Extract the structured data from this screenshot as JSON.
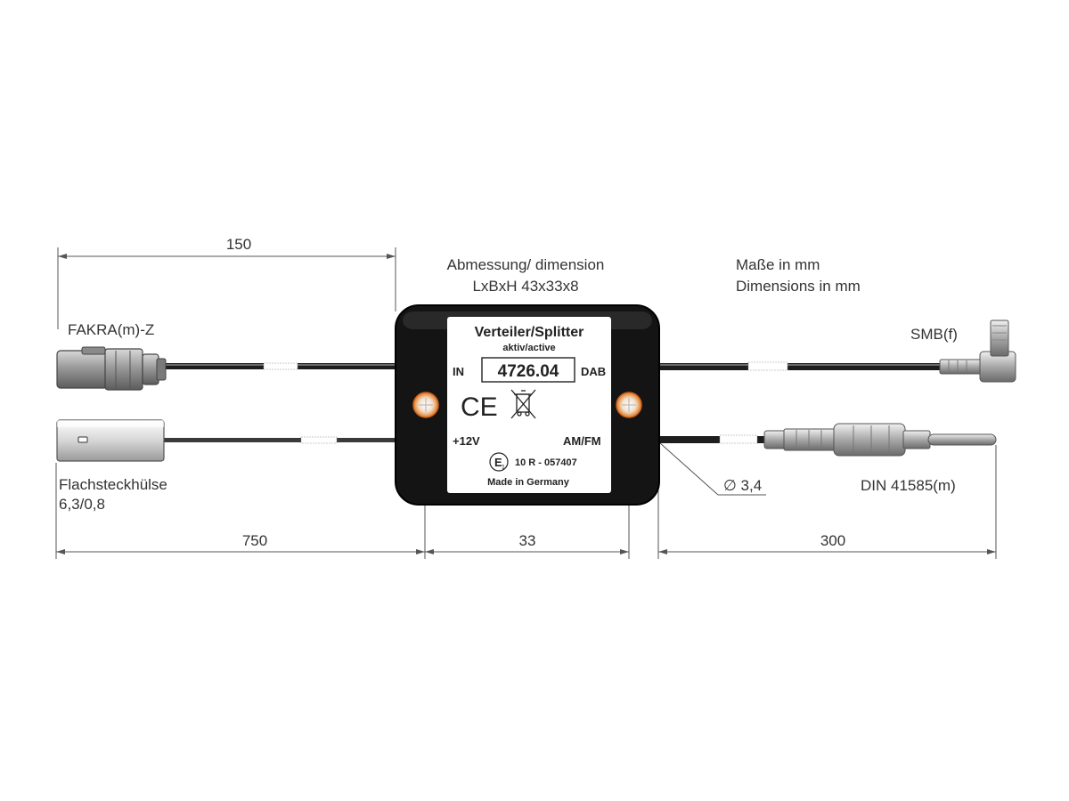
{
  "labels": {
    "fakra": "FAKRA(m)-Z",
    "flachsteck_1": "Flachsteckhülse",
    "flachsteck_2": "6,3/0,8",
    "abmessung_1": "Abmessung/ dimension",
    "abmessung_2": "LxBxH 43x33x8",
    "masse_1": "Maße in mm",
    "masse_2": "Dimensions in mm",
    "smb": "SMB(f)",
    "din": "DIN 41585(m)",
    "diameter": "∅ 3,4"
  },
  "dimensions": {
    "top_left": "150",
    "bottom_left": "750",
    "bottom_center": "33",
    "bottom_right": "300"
  },
  "device": {
    "title": "Verteiler/Splitter",
    "subtitle": "aktiv/active",
    "part_number": "4726.04",
    "port_in": "IN",
    "port_dab": "DAB",
    "port_power": "+12V",
    "port_amfm": "AM/FM",
    "ce_mark": "CE",
    "e_mark": "E",
    "e_mark_sub": "1",
    "approval": "10 R - 057407",
    "made_in": "Made in Germany"
  }
}
